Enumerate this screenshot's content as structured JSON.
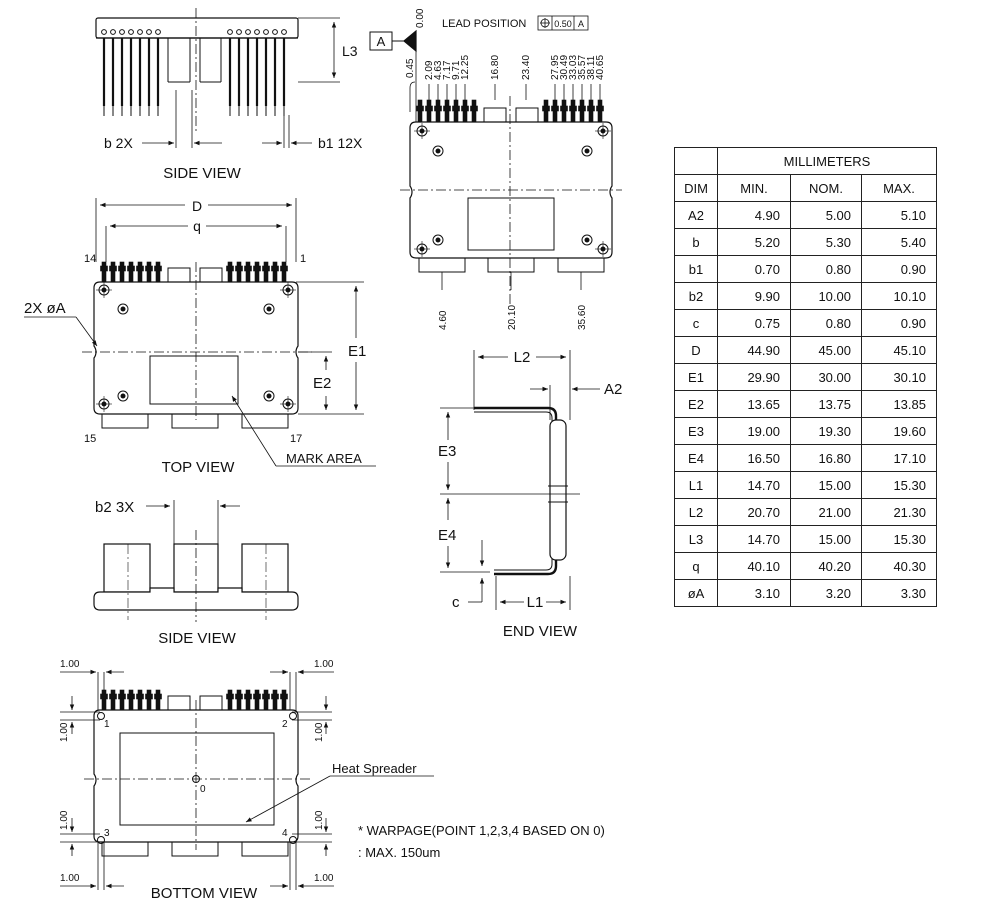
{
  "views": {
    "side_top": "SIDE VIEW",
    "top": "TOP VIEW",
    "side_bottom": "SIDE VIEW",
    "bottom": "BOTTOM VIEW",
    "end": "END VIEW"
  },
  "labels": {
    "b_2x": "b 2X",
    "b1_12x": "b1 12X",
    "l3": "L3",
    "d": "D",
    "q": "q",
    "pin_14": "14",
    "pin_1": "1",
    "pin_15": "15",
    "pin_17": "17",
    "phi_a": "2X øA",
    "e1": "E1",
    "e2": "E2",
    "mark_area": "MARK AREA",
    "b2_3x": "b2 3X",
    "l2": "L2",
    "a2": "A2",
    "e3": "E3",
    "e4": "E4",
    "c": "c",
    "l1": "L1",
    "datum_a": "A",
    "lead_position": "LEAD POSITION",
    "tol_value": "0.50",
    "tol_datum": "A",
    "heat_spreader": "Heat Spreader",
    "pt0": "0",
    "pt1": "1",
    "pt2": "2",
    "pt3": "3",
    "pt4": "4",
    "one_mm_tl": "1.00",
    "one_mm_tr": "1.00",
    "one_mm_bl": "1.00",
    "one_mm_br": "1.00",
    "one_mm_l1": "1.00",
    "one_mm_l2": "1.00",
    "one_mm_r1": "1.00",
    "one_mm_r2": "1.00",
    "warpage_note": "* WARPAGE(POINT 1,2,3,4 BASED ON 0)",
    "warpage_max": ": MAX. 150um"
  },
  "lead_positions": [
    "0.00",
    "0.45",
    "2.09",
    "4.63",
    "7.17",
    "9.71",
    "12.25",
    "16.80",
    "23.40",
    "27.95",
    "30.49",
    "33.03",
    "35.57",
    "38.11",
    "40.65"
  ],
  "tab_positions": [
    "4.60",
    "20.10",
    "35.60"
  ],
  "table": {
    "header_group": "MILLIMETERS",
    "columns": [
      "DIM",
      "MIN.",
      "NOM.",
      "MAX."
    ],
    "rows": [
      [
        "A2",
        "4.90",
        "5.00",
        "5.10"
      ],
      [
        "b",
        "5.20",
        "5.30",
        "5.40"
      ],
      [
        "b1",
        "0.70",
        "0.80",
        "0.90"
      ],
      [
        "b2",
        "9.90",
        "10.00",
        "10.10"
      ],
      [
        "c",
        "0.75",
        "0.80",
        "0.90"
      ],
      [
        "D",
        "44.90",
        "45.00",
        "45.10"
      ],
      [
        "E1",
        "29.90",
        "30.00",
        "30.10"
      ],
      [
        "E2",
        "13.65",
        "13.75",
        "13.85"
      ],
      [
        "E3",
        "19.00",
        "19.30",
        "19.60"
      ],
      [
        "E4",
        "16.50",
        "16.80",
        "17.10"
      ],
      [
        "L1",
        "14.70",
        "15.00",
        "15.30"
      ],
      [
        "L2",
        "20.70",
        "21.00",
        "21.30"
      ],
      [
        "L3",
        "14.70",
        "15.00",
        "15.30"
      ],
      [
        "q",
        "40.10",
        "40.20",
        "40.30"
      ],
      [
        "øA",
        "3.10",
        "3.20",
        "3.30"
      ]
    ]
  }
}
